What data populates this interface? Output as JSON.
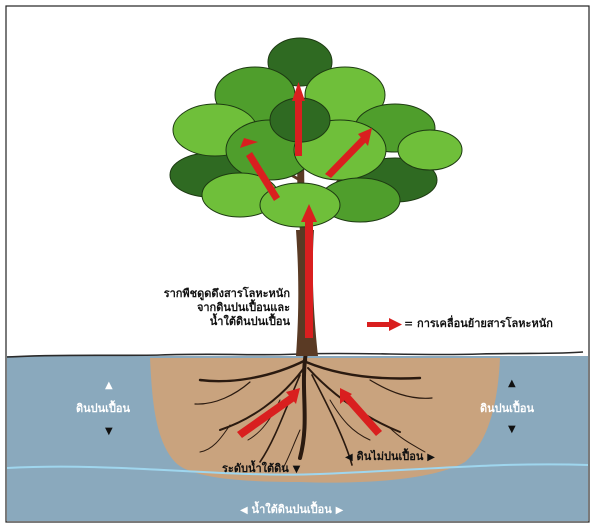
{
  "labels": {
    "uptake_line1": "รากพืชดูดดึงสารโลหะหนัก",
    "uptake_line2": "จากดินปนเปื้อนและ",
    "uptake_line3": "น้ำใต้ดินปนเปื้อน",
    "legend": "= การเคลื่อนย้ายสารโลหะหนัก",
    "contaminated_soil_left": "ดินปนเปื้อน",
    "contaminated_soil_right": "ดินปนเปื้อน",
    "uncontaminated_soil": "ดินไม่ปนเปื้อน",
    "groundwater_level": "ระดับน้ำใต้ดิน",
    "contaminated_groundwater": "น้ำใต้ดินปนเปื้อน"
  },
  "glyphs": {
    "up": "▲",
    "down": "▼",
    "left": "◀",
    "right": "▶"
  },
  "colors": {
    "arrow": "#d91f1f",
    "leaf_light": "#6fbf3a",
    "leaf_mid": "#4f9e2c",
    "leaf_dark": "#2f6a22",
    "trunk": "#5a3a24",
    "clean_soil": "#c9a37e",
    "contaminated_soil": "#8aa9bd",
    "groundwater_line": "#9fd6ee"
  }
}
